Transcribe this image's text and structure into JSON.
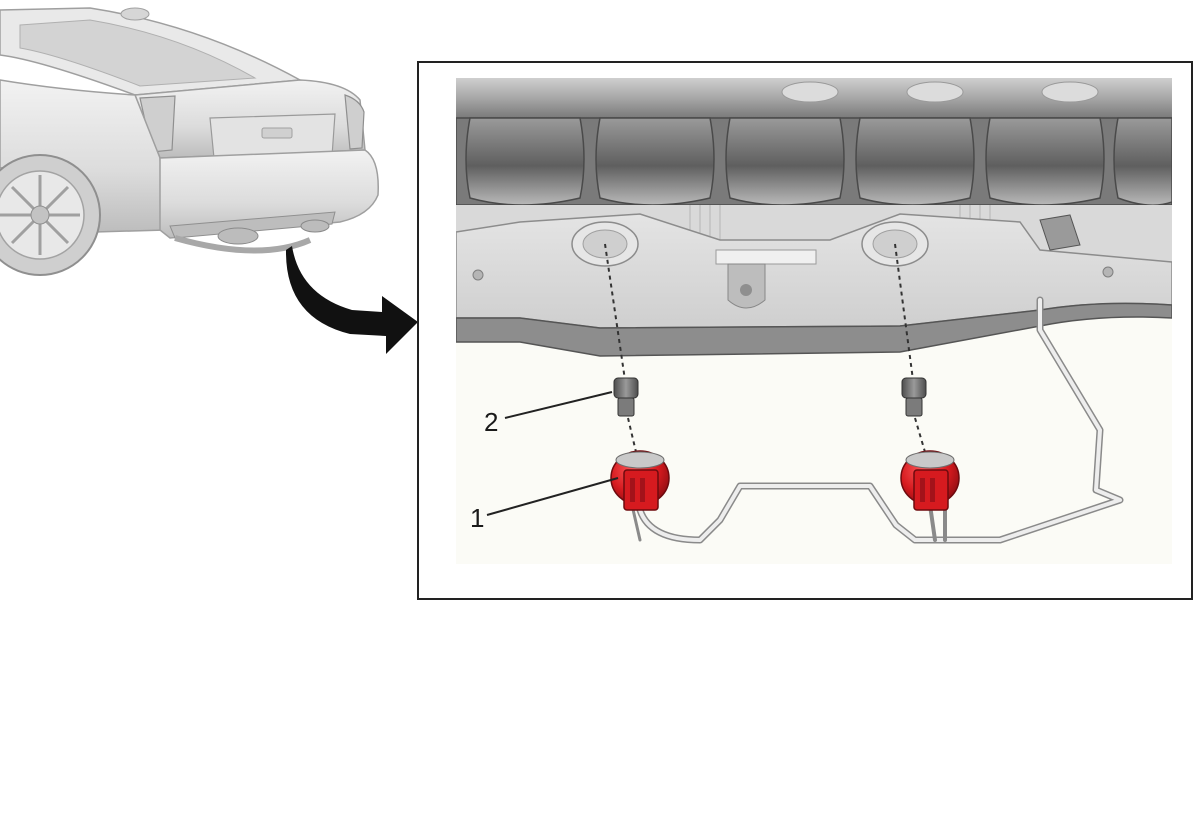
{
  "diagram": {
    "callouts": [
      {
        "number": "1",
        "part": "connector"
      },
      {
        "number": "2",
        "part": "bulb-socket"
      }
    ],
    "colors": {
      "connector": "#d61a1f",
      "connector_dark": "#8c0d12",
      "socket": "#6f6f6f",
      "bumper": "#8d8d8d",
      "frame": "#222222",
      "arrow": "#111111"
    }
  }
}
